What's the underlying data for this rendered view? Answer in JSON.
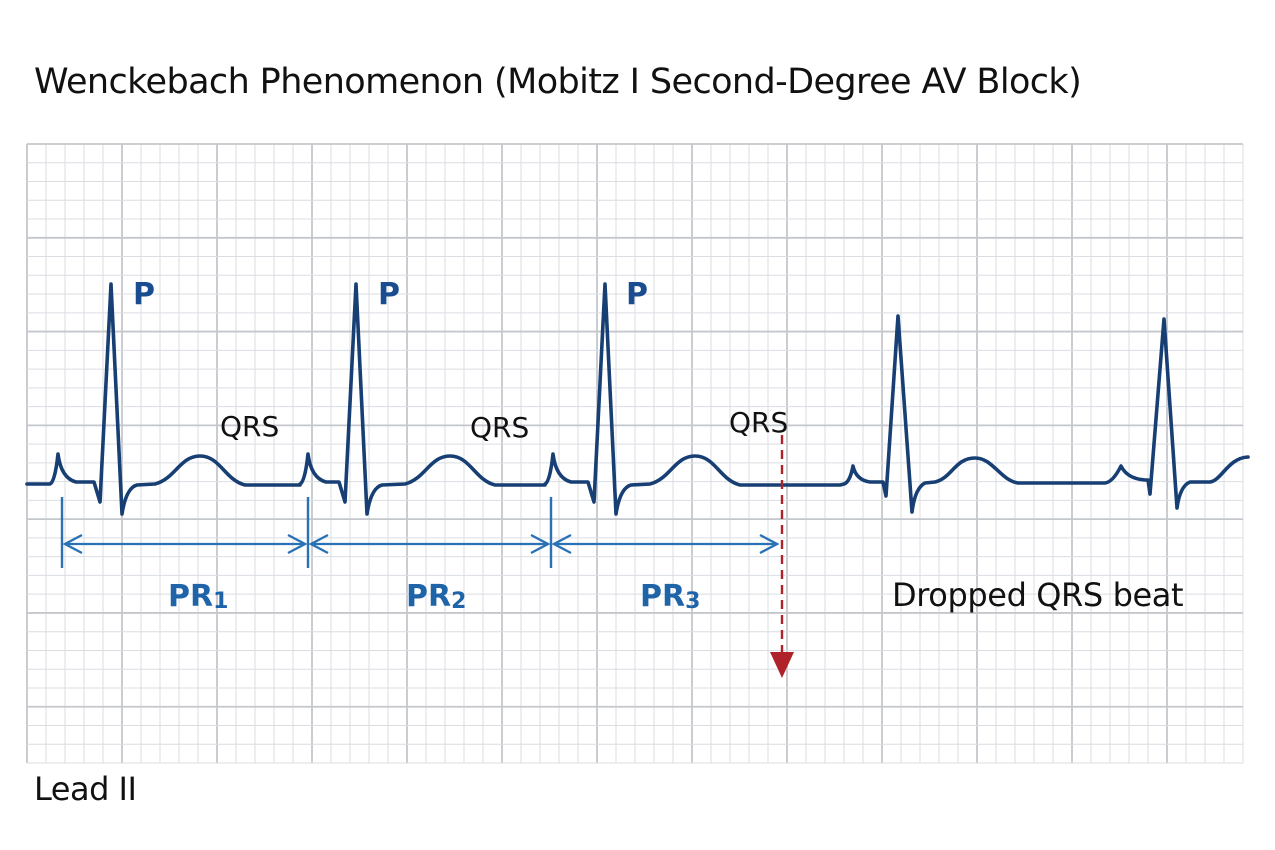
{
  "title": "Wenckebach Phenomenon (Mobitz I Second-Degree AV Block)",
  "lead": "Lead II",
  "colors": {
    "trace": "#173f73",
    "p_label": "#1a4d8f",
    "pr_label": "#1f63a8",
    "pr_arrow": "#2a72b5",
    "dropped_arrow": "#b0222a",
    "grid_minor": "#dadde2",
    "grid_major": "#c4c7cc",
    "text": "#111111"
  },
  "wave_labels": [
    {
      "id": "p1",
      "text": "P"
    },
    {
      "id": "p2",
      "text": "P"
    },
    {
      "id": "p3",
      "text": "P"
    },
    {
      "id": "qrs1",
      "text": "QRS"
    },
    {
      "id": "qrs2",
      "text": "QRS"
    },
    {
      "id": "qrs3",
      "text": "QRS"
    }
  ],
  "intervals": [
    {
      "label": "PR",
      "sub": "1"
    },
    {
      "label": "PR",
      "sub": "2"
    },
    {
      "label": "PR",
      "sub": "3"
    }
  ],
  "annotation": "Dropped QRS beat",
  "chart_data": {
    "type": "line",
    "title": "Wenckebach Phenomenon (Mobitz I Second-Degree AV Block)",
    "lead": "Lead II",
    "beats": [
      {
        "index": 1,
        "conducted": true,
        "pr_label": "PR1"
      },
      {
        "index": 2,
        "conducted": true,
        "pr_label": "PR2"
      },
      {
        "index": 3,
        "conducted": true,
        "pr_label": "PR3"
      },
      {
        "index": 4,
        "conducted": false,
        "note": "Dropped QRS beat"
      },
      {
        "index": 5,
        "conducted": true
      },
      {
        "index": 6,
        "conducted": true
      }
    ],
    "pr_intervals_relative": [
      1.0,
      1.0,
      0.94
    ],
    "legend": "none",
    "grid": true
  }
}
